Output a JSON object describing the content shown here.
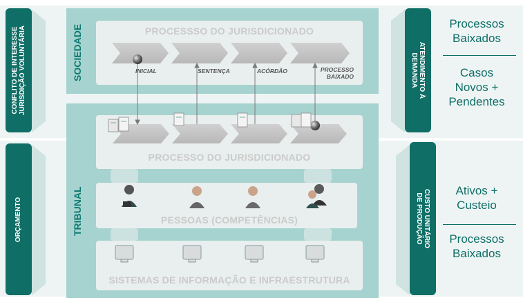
{
  "left_tabs": {
    "top": "CONFLITO DE INTERESSE\nJURISDIÇÃO VOLUNTÁRIA",
    "bottom": "ORÇAMENTO"
  },
  "right_tabs": {
    "top": "ATENDIMENTO À\nDEMANDA",
    "bottom": "CUSTO UNITÁRIO\nDE PRODUÇÃO"
  },
  "sociedade": {
    "label": "SOCIEDADE",
    "process_title": "PROCESSSO DO JURISDICIONADO",
    "stages": [
      "INICIAL",
      "SENTENÇA",
      "ACÓRDÃO",
      "PROCESSO\nBAIXADO"
    ]
  },
  "tribunal": {
    "label": "TRIBUNAL",
    "process_title": "PROCESSO DO JURISDICIONADO",
    "people_title": "PESSOAS (COMPETÊNCIAS)",
    "systems_title": "SISTEMAS DE INFORMAÇÃO E INFRAESTRUTURA"
  },
  "right_top": {
    "line1": "Processos\nBaixados",
    "line2": "Casos\nNovos +\nPendentes"
  },
  "right_bottom": {
    "line1": "Ativos +\nCusteio",
    "line2": "Processos\nBaixados"
  },
  "icons": {
    "people": [
      "person-laptop-icon",
      "person-icon",
      "person-icon",
      "two-persons-icon"
    ],
    "systems": [
      "monitor-icon",
      "monitor-icon",
      "monitor-icon",
      "monitor-icon"
    ],
    "documents": [
      "document-stack-icon",
      "document-stack-icon",
      "document-stack-icon",
      "document-stack-icon"
    ]
  },
  "colors": {
    "teal_dark": "#0f6e66",
    "teal_light": "#a6d3cf",
    "background": "#eef4f4"
  }
}
